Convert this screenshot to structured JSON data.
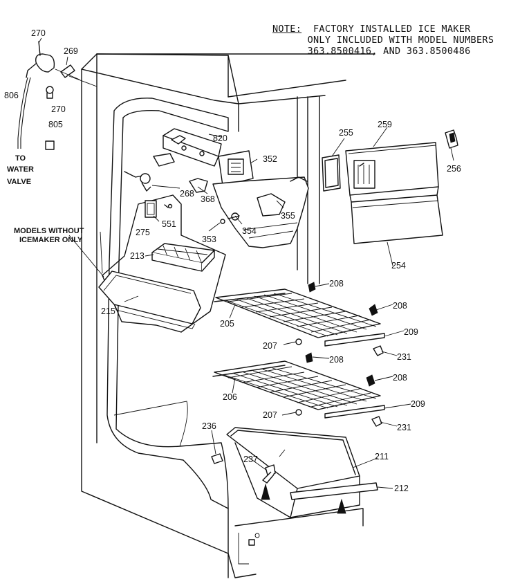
{
  "note": {
    "prefix": "NOTE:",
    "line1": "FACTORY INSTALLED ICE MAKER",
    "line2": "ONLY INCLUDED WITH MODEL NUMBERS",
    "line3": "363.8500416, AND 363.8500486"
  },
  "callouts": {
    "models_without_line1": "MODELS WITHOUT",
    "models_without_line2": "ICEMAKER ONLY",
    "to_water_valve_line1": "TO",
    "to_water_valve_line2": "WATER",
    "to_water_valve_line3": "VALVE"
  },
  "parts": {
    "p270a": "270",
    "p269": "269",
    "p806": "806",
    "p270b": "270",
    "p805": "805",
    "p820": "820",
    "p352": "352",
    "p255": "255",
    "p259": "259",
    "p256": "256",
    "p268": "268",
    "p368": "368",
    "p275": "275",
    "p551": "551",
    "p355": "355",
    "p354": "354",
    "p353": "353",
    "p254": "254",
    "p213": "213",
    "p208a": "208",
    "p208b": "208",
    "p215": "215",
    "p205": "205",
    "p209a": "209",
    "p207a": "207",
    "p208c": "208",
    "p231a": "231",
    "p206": "206",
    "p208d": "208",
    "p209b": "209",
    "p207b": "207",
    "p231b": "231",
    "p236": "236",
    "p237": "237",
    "p211": "211",
    "p212": "212"
  }
}
